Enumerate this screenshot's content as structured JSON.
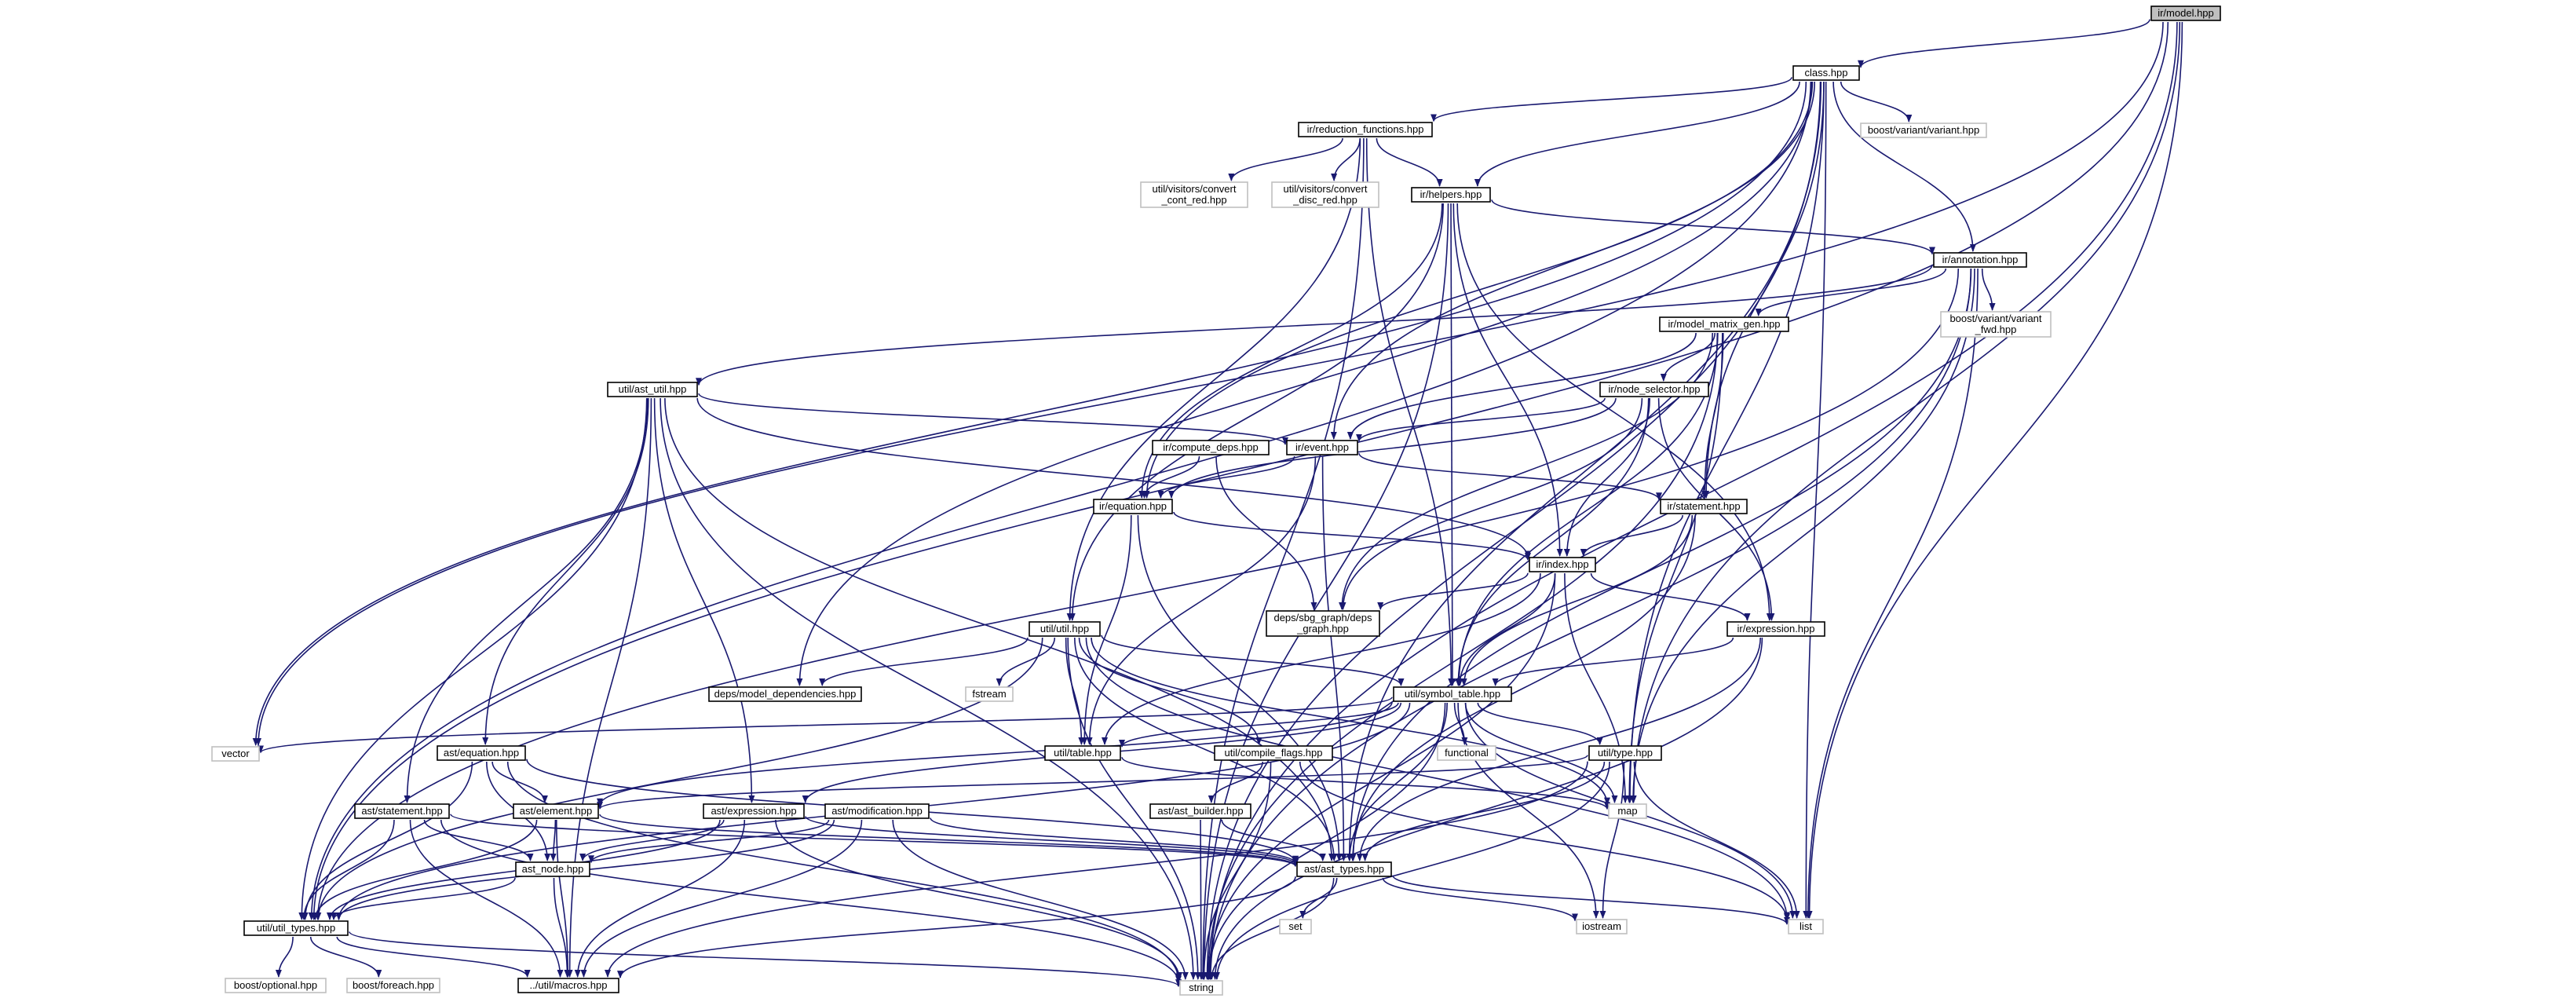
{
  "colors": {
    "edge": "#191970",
    "node_border": "#000000",
    "external_border": "#bfbfbf",
    "root_fill": "#bfbfbf",
    "node_fill": "#ffffff",
    "external_text": "#555555"
  },
  "nodes": [
    {
      "id": "model",
      "label": "ir/model.hpp",
      "kind": "root"
    },
    {
      "id": "class",
      "label": "class.hpp",
      "kind": "internal"
    },
    {
      "id": "variant",
      "label": "boost/variant/variant.hpp",
      "kind": "external"
    },
    {
      "id": "redfun",
      "label": "ir/reduction_functions.hpp",
      "kind": "internal"
    },
    {
      "id": "cvcont",
      "label": "util/visitors/convert\n_cont_red.hpp",
      "kind": "external"
    },
    {
      "id": "cvdisc",
      "label": "util/visitors/convert\n_disc_red.hpp",
      "kind": "external"
    },
    {
      "id": "helpers",
      "label": "ir/helpers.hpp",
      "kind": "internal"
    },
    {
      "id": "annot",
      "label": "ir/annotation.hpp",
      "kind": "internal"
    },
    {
      "id": "varfwd",
      "label": "boost/variant/variant\n_fwd.hpp",
      "kind": "external"
    },
    {
      "id": "mmgen",
      "label": "ir/model_matrix_gen.hpp",
      "kind": "internal"
    },
    {
      "id": "astutil",
      "label": "util/ast_util.hpp",
      "kind": "internal"
    },
    {
      "id": "nodesel",
      "label": "ir/node_selector.hpp",
      "kind": "internal"
    },
    {
      "id": "compdeps",
      "label": "ir/compute_deps.hpp",
      "kind": "internal"
    },
    {
      "id": "event",
      "label": "ir/event.hpp",
      "kind": "internal"
    },
    {
      "id": "equation",
      "label": "ir/equation.hpp",
      "kind": "internal"
    },
    {
      "id": "statement",
      "label": "ir/statement.hpp",
      "kind": "internal"
    },
    {
      "id": "index",
      "label": "ir/index.hpp",
      "kind": "internal"
    },
    {
      "id": "depsg",
      "label": "deps/sbg_graph/deps\n_graph.hpp",
      "kind": "internal"
    },
    {
      "id": "expression",
      "label": "ir/expression.hpp",
      "kind": "internal"
    },
    {
      "id": "utilhpp",
      "label": "util/util.hpp",
      "kind": "internal"
    },
    {
      "id": "modeldeps",
      "label": "deps/model_dependencies.hpp",
      "kind": "internal"
    },
    {
      "id": "fstream",
      "label": "fstream",
      "kind": "external"
    },
    {
      "id": "symtab",
      "label": "util/symbol_table.hpp",
      "kind": "internal"
    },
    {
      "id": "vector",
      "label": "vector",
      "kind": "external"
    },
    {
      "id": "asteq",
      "label": "ast/equation.hpp",
      "kind": "internal"
    },
    {
      "id": "table",
      "label": "util/table.hpp",
      "kind": "internal"
    },
    {
      "id": "compflags",
      "label": "util/compile_flags.hpp",
      "kind": "internal"
    },
    {
      "id": "functional",
      "label": "functional",
      "kind": "external"
    },
    {
      "id": "utype",
      "label": "util/type.hpp",
      "kind": "internal"
    },
    {
      "id": "map",
      "label": "map",
      "kind": "external"
    },
    {
      "id": "aststmt",
      "label": "ast/statement.hpp",
      "kind": "internal"
    },
    {
      "id": "astelem",
      "label": "ast/element.hpp",
      "kind": "internal"
    },
    {
      "id": "astexpr",
      "label": "ast/expression.hpp",
      "kind": "internal"
    },
    {
      "id": "astmod",
      "label": "ast/modification.hpp",
      "kind": "internal"
    },
    {
      "id": "astbuilder",
      "label": "ast/ast_builder.hpp",
      "kind": "internal"
    },
    {
      "id": "astnode",
      "label": "ast_node.hpp",
      "kind": "internal"
    },
    {
      "id": "asttypes",
      "label": "ast/ast_types.hpp",
      "kind": "internal"
    },
    {
      "id": "set",
      "label": "set",
      "kind": "external"
    },
    {
      "id": "iostream",
      "label": "iostream",
      "kind": "external"
    },
    {
      "id": "list",
      "label": "list",
      "kind": "external"
    },
    {
      "id": "utiltypes",
      "label": "util/util_types.hpp",
      "kind": "internal"
    },
    {
      "id": "optional",
      "label": "boost/optional.hpp",
      "kind": "external"
    },
    {
      "id": "foreach",
      "label": "boost/foreach.hpp",
      "kind": "external"
    },
    {
      "id": "macros",
      "label": "../util/macros.hpp",
      "kind": "internal"
    },
    {
      "id": "string",
      "label": "string",
      "kind": "external"
    }
  ],
  "edges": [
    [
      "model",
      "class"
    ],
    [
      "model",
      "utiltypes"
    ],
    [
      "model",
      "vector"
    ],
    [
      "model",
      "map"
    ],
    [
      "model",
      "list"
    ],
    [
      "model",
      "string"
    ],
    [
      "class",
      "variant"
    ],
    [
      "class",
      "redfun"
    ],
    [
      "class",
      "helpers"
    ],
    [
      "class",
      "annot"
    ],
    [
      "class",
      "event"
    ],
    [
      "class",
      "equation"
    ],
    [
      "class",
      "statement"
    ],
    [
      "class",
      "modeldeps"
    ],
    [
      "class",
      "vector"
    ],
    [
      "class",
      "utiltypes"
    ],
    [
      "class",
      "asttypes"
    ],
    [
      "class",
      "map"
    ],
    [
      "class",
      "list"
    ],
    [
      "class",
      "string"
    ],
    [
      "redfun",
      "cvcont"
    ],
    [
      "redfun",
      "cvdisc"
    ],
    [
      "redfun",
      "helpers"
    ],
    [
      "redfun",
      "utilhpp"
    ],
    [
      "redfun",
      "symtab"
    ],
    [
      "redfun",
      "string"
    ],
    [
      "helpers",
      "annot"
    ],
    [
      "helpers",
      "equation"
    ],
    [
      "helpers",
      "expression"
    ],
    [
      "helpers",
      "index"
    ],
    [
      "helpers",
      "symtab"
    ],
    [
      "helpers",
      "utilhpp"
    ],
    [
      "helpers",
      "string"
    ],
    [
      "annot",
      "varfwd"
    ],
    [
      "annot",
      "mmgen"
    ],
    [
      "annot",
      "astutil"
    ],
    [
      "annot",
      "utiltypes"
    ],
    [
      "annot",
      "asttypes"
    ],
    [
      "annot",
      "map"
    ],
    [
      "annot",
      "list"
    ],
    [
      "annot",
      "string"
    ],
    [
      "mmgen",
      "nodesel"
    ],
    [
      "mmgen",
      "event"
    ],
    [
      "mmgen",
      "statement"
    ],
    [
      "mmgen",
      "depsg"
    ],
    [
      "mmgen",
      "symtab"
    ],
    [
      "mmgen",
      "map"
    ],
    [
      "mmgen",
      "string"
    ],
    [
      "astutil",
      "event"
    ],
    [
      "astutil",
      "index"
    ],
    [
      "astutil",
      "asteq"
    ],
    [
      "astutil",
      "aststmt"
    ],
    [
      "astutil",
      "astexpr"
    ],
    [
      "astutil",
      "utiltypes"
    ],
    [
      "astutil",
      "asttypes"
    ],
    [
      "astutil",
      "macros"
    ],
    [
      "astutil",
      "string"
    ],
    [
      "nodesel",
      "event"
    ],
    [
      "nodesel",
      "equation"
    ],
    [
      "nodesel",
      "index"
    ],
    [
      "nodesel",
      "expression"
    ],
    [
      "nodesel",
      "symtab"
    ],
    [
      "nodesel",
      "depsg"
    ],
    [
      "compdeps",
      "equation"
    ],
    [
      "compdeps",
      "depsg"
    ],
    [
      "event",
      "equation"
    ],
    [
      "event",
      "statement"
    ],
    [
      "event",
      "table"
    ],
    [
      "event",
      "asttypes"
    ],
    [
      "equation",
      "index"
    ],
    [
      "equation",
      "table"
    ],
    [
      "equation",
      "asttypes"
    ],
    [
      "statement",
      "index"
    ],
    [
      "statement",
      "symtab"
    ],
    [
      "statement",
      "asttypes"
    ],
    [
      "index",
      "depsg"
    ],
    [
      "index",
      "expression"
    ],
    [
      "index",
      "symtab"
    ],
    [
      "index",
      "table"
    ],
    [
      "index",
      "map"
    ],
    [
      "index",
      "string"
    ],
    [
      "expression",
      "symtab"
    ],
    [
      "expression",
      "asttypes"
    ],
    [
      "expression",
      "string"
    ],
    [
      "utilhpp",
      "modeldeps"
    ],
    [
      "utilhpp",
      "fstream"
    ],
    [
      "utilhpp",
      "symtab"
    ],
    [
      "utilhpp",
      "table"
    ],
    [
      "utilhpp",
      "compflags"
    ],
    [
      "utilhpp",
      "utiltypes"
    ],
    [
      "utilhpp",
      "asttypes"
    ],
    [
      "utilhpp",
      "map"
    ],
    [
      "utilhpp",
      "list"
    ],
    [
      "utilhpp",
      "string"
    ],
    [
      "symtab",
      "vector"
    ],
    [
      "symtab",
      "table"
    ],
    [
      "symtab",
      "functional"
    ],
    [
      "symtab",
      "utype"
    ],
    [
      "symtab",
      "astelem"
    ],
    [
      "symtab",
      "astexpr"
    ],
    [
      "symtab",
      "utiltypes"
    ],
    [
      "symtab",
      "asttypes"
    ],
    [
      "symtab",
      "map"
    ],
    [
      "symtab",
      "list"
    ],
    [
      "symtab",
      "iostream"
    ],
    [
      "symtab",
      "string"
    ],
    [
      "asteq",
      "astelem"
    ],
    [
      "asteq",
      "astnode"
    ],
    [
      "asteq",
      "utiltypes"
    ],
    [
      "asteq",
      "asttypes"
    ],
    [
      "asteq",
      "string"
    ],
    [
      "table",
      "map"
    ],
    [
      "compflags",
      "astbuilder"
    ],
    [
      "compflags",
      "list"
    ],
    [
      "compflags",
      "string"
    ],
    [
      "utype",
      "astelem"
    ],
    [
      "utype",
      "asttypes"
    ],
    [
      "utype",
      "list"
    ],
    [
      "utype",
      "iostream"
    ],
    [
      "utype",
      "macros"
    ],
    [
      "utype",
      "string"
    ],
    [
      "aststmt",
      "astnode"
    ],
    [
      "aststmt",
      "utiltypes"
    ],
    [
      "aststmt",
      "asttypes"
    ],
    [
      "aststmt",
      "macros"
    ],
    [
      "aststmt",
      "string"
    ],
    [
      "astelem",
      "astnode"
    ],
    [
      "astelem",
      "utiltypes"
    ],
    [
      "astelem",
      "asttypes"
    ],
    [
      "astelem",
      "macros"
    ],
    [
      "astexpr",
      "astnode"
    ],
    [
      "astexpr",
      "utiltypes"
    ],
    [
      "astexpr",
      "asttypes"
    ],
    [
      "astexpr",
      "macros"
    ],
    [
      "astexpr",
      "string"
    ],
    [
      "astmod",
      "astnode"
    ],
    [
      "astmod",
      "utiltypes"
    ],
    [
      "astmod",
      "asttypes"
    ],
    [
      "astmod",
      "macros"
    ],
    [
      "astmod",
      "string"
    ],
    [
      "astbuilder",
      "asttypes"
    ],
    [
      "astbuilder",
      "string"
    ],
    [
      "astnode",
      "utiltypes"
    ],
    [
      "astnode",
      "macros"
    ],
    [
      "asttypes",
      "set"
    ],
    [
      "asttypes",
      "iostream"
    ],
    [
      "asttypes",
      "list"
    ],
    [
      "asttypes",
      "macros"
    ],
    [
      "asttypes",
      "string"
    ],
    [
      "utiltypes",
      "optional"
    ],
    [
      "utiltypes",
      "foreach"
    ],
    [
      "utiltypes",
      "macros"
    ],
    [
      "utiltypes",
      "string"
    ]
  ]
}
